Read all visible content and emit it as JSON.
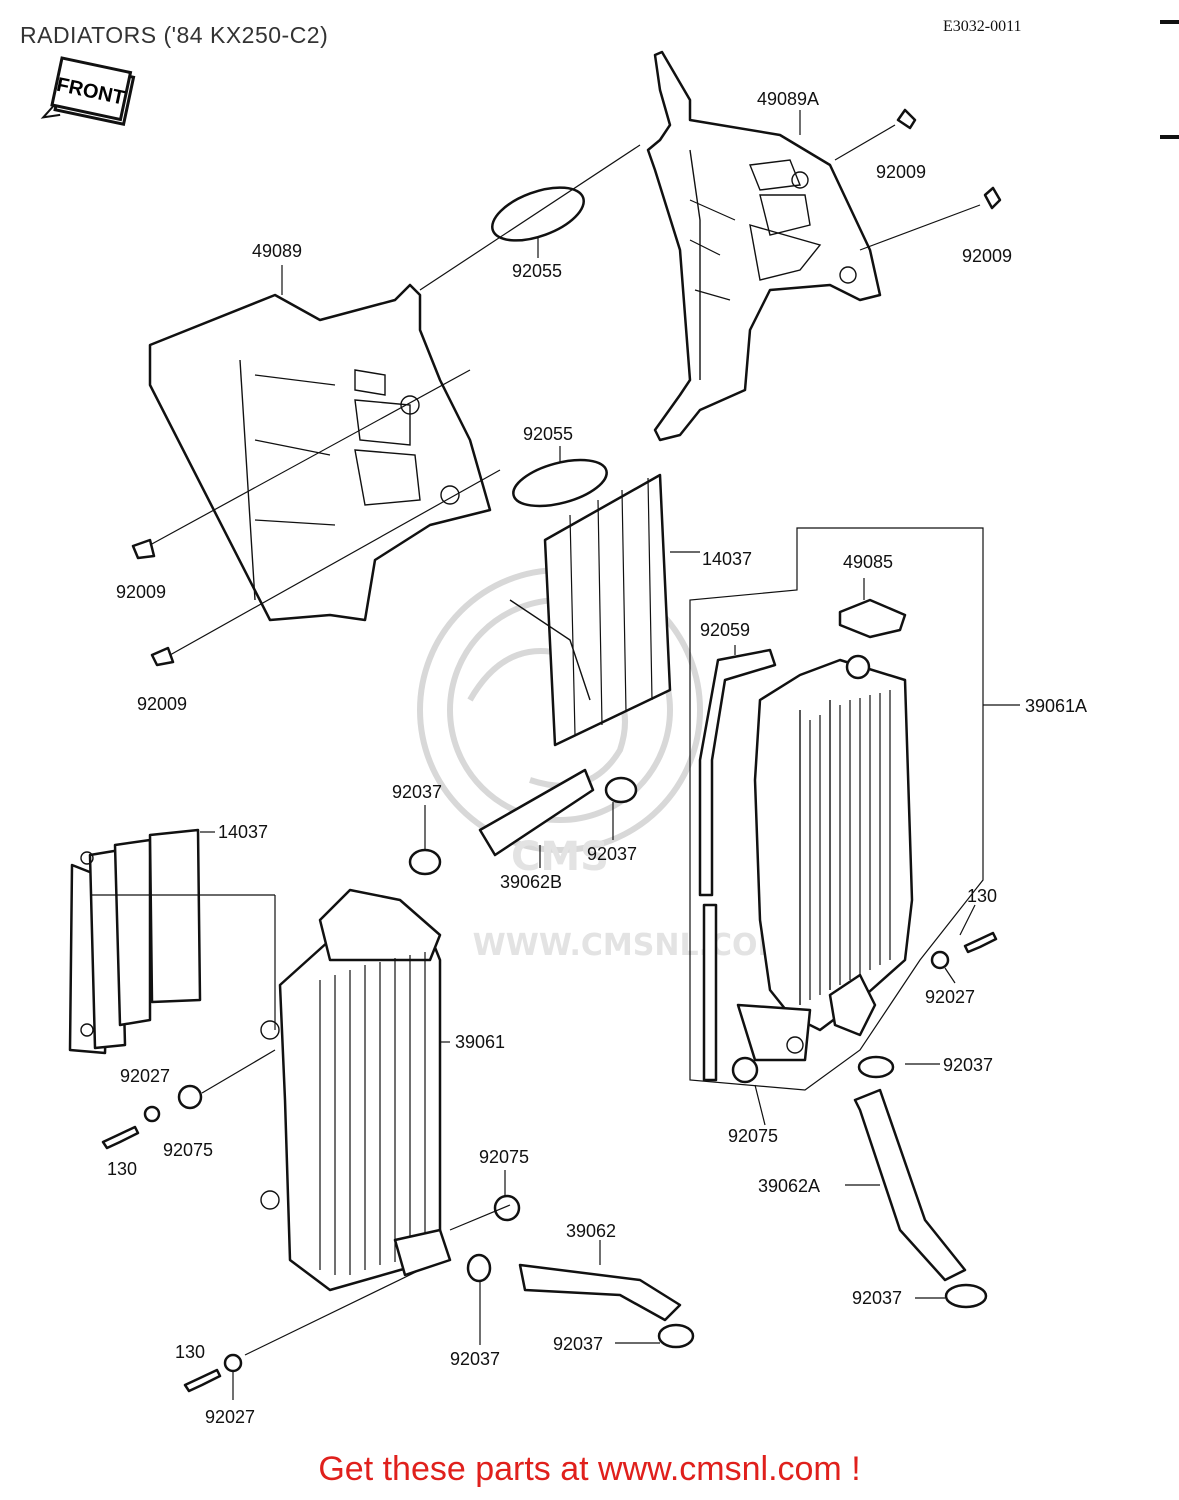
{
  "title": "RADIATORS ('84 KX250-C2)",
  "diagram_code": "E3032-0011",
  "front_tag": "FRONT",
  "watermark_text": "WWW.CMSNL.COM",
  "footer_link": "Get these parts at www.cmsnl.com !",
  "accent_color": "#e0201c",
  "part_labels": {
    "shroud_right": "49089A",
    "bolt_top_1": "92009",
    "bolt_top_2": "92009",
    "shroud_left": "49089",
    "oring_top": "92055",
    "oring_mid": "92055",
    "grille_right": "14037",
    "bolt_left_1": "92009",
    "bolt_left_2": "92009",
    "cap_cover": "49085",
    "overflow_hose": "92059",
    "radiator_right": "39061A",
    "clamp_a": "92037",
    "clamp_b": "92037",
    "hose_b": "39062B",
    "grille_left": "14037",
    "bolt_130_right": "130",
    "collar_right": "92027",
    "radiator_left": "39061",
    "clamp_c": "92037",
    "grommet_right": "92075",
    "collar_left": "92027",
    "grommet_left": "92075",
    "bolt_130_left": "130",
    "grommet_mid": "92075",
    "hose_a": "39062A",
    "hose_mid": "39062",
    "clamp_d": "92037",
    "clamp_e": "92037",
    "clamp_f": "92037",
    "bolt_130_bottom": "130",
    "collar_bottom": "92027"
  }
}
